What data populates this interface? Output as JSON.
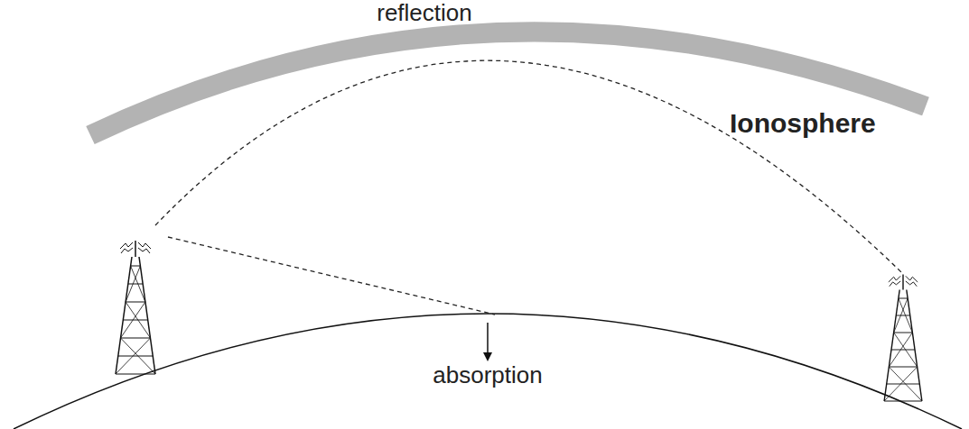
{
  "diagram": {
    "labels": [
      "reflection",
      "Ionosphere",
      "absorption"
    ]
  }
}
